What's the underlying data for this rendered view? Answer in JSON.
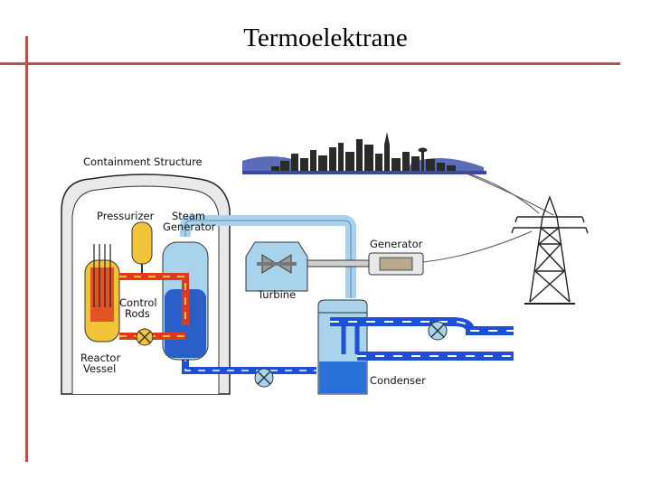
{
  "title": "Termoelektrane",
  "diagram": {
    "labels": {
      "containment": "Containment Structure",
      "pressurizer": "Pressurizer",
      "steam_gen_1": "Steam",
      "steam_gen_2": "Generator",
      "generator": "Generator",
      "turbine": "Turbine",
      "control_1": "Control",
      "control_2": "Rods",
      "reactor_1": "Reactor",
      "reactor_2": "Vessel",
      "condenser": "Condenser"
    },
    "icons": [
      "city-skyline-icon",
      "transmission-tower-icon",
      "pump-icon",
      "turbine-icon"
    ],
    "colors": {
      "accent_rule": "#c05050",
      "primary_loop_red": "#e03a1e",
      "primary_loop_yellow": "#f2c43a",
      "cooling_water_blue": "#1d4fd8",
      "steam_light_blue": "#a9d3ec",
      "containment_gray": "#e9e9e9"
    }
  }
}
